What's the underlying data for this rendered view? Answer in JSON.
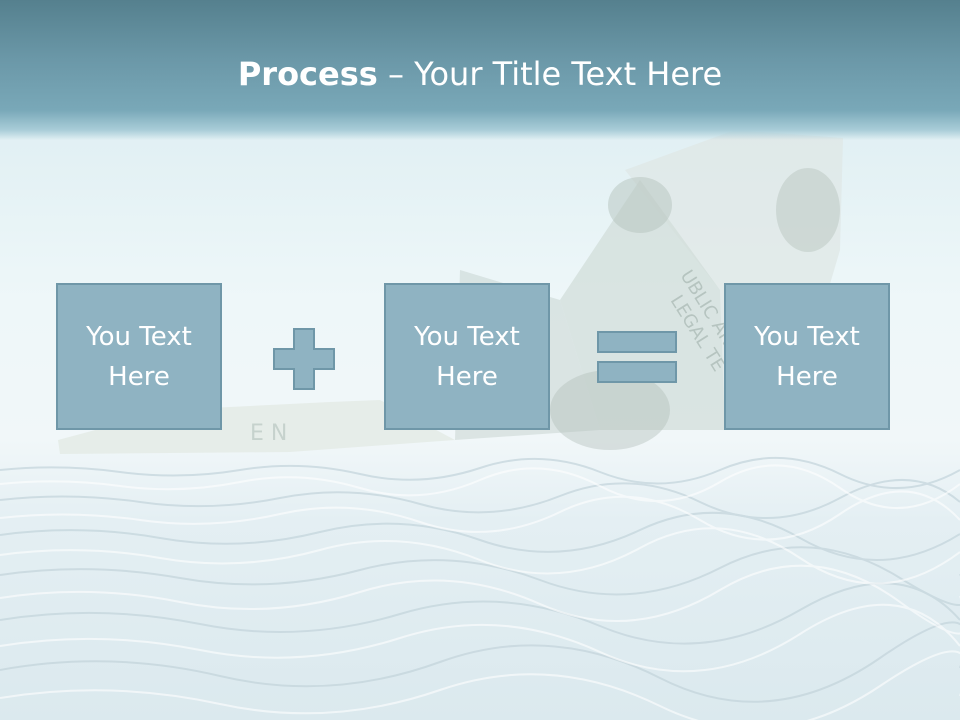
{
  "slide": {
    "title_bold": "Process",
    "title_rest": " – Your Title Text Here",
    "boxes": [
      {
        "text": "You Text\nHere"
      },
      {
        "text": "You Text\nHere"
      },
      {
        "text": "You Text\nHere"
      }
    ]
  },
  "colors": {
    "box_fill": "#8fb3c2",
    "box_border": "#6f97a8",
    "header": "#6b98a8"
  }
}
